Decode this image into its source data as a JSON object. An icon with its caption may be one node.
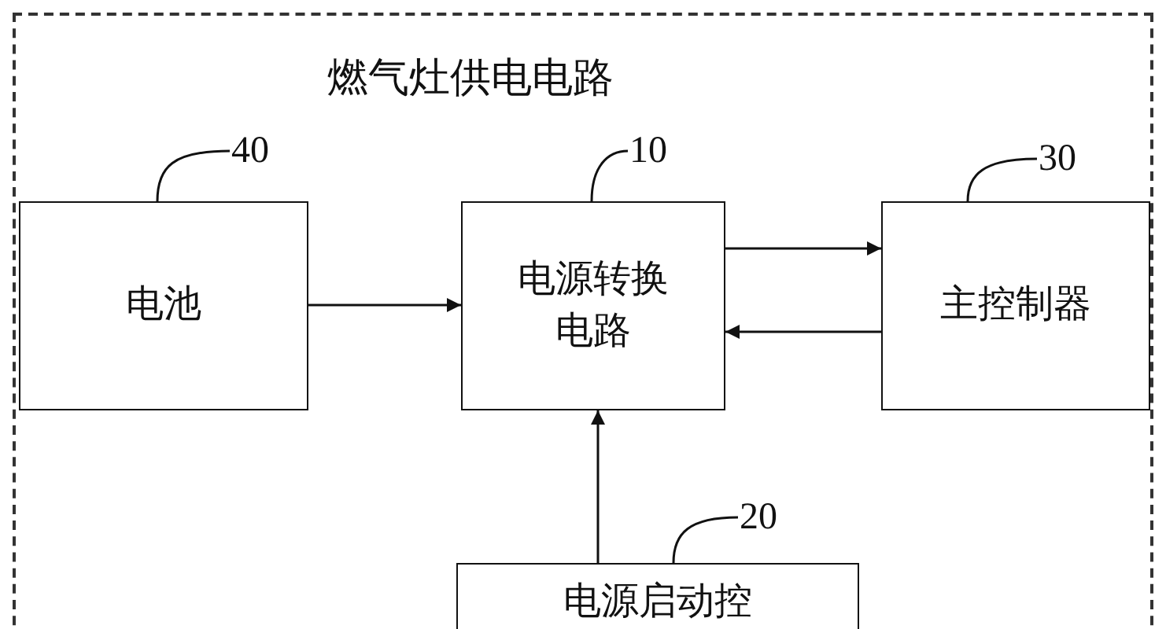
{
  "diagram": {
    "nodes": [
      {
        "text": [
          "燃气灶供电电路"
        ]
      },
      {
        "text": [
          "电池"
        ],
        "in": 0
      },
      {
        "text": [
          "电源转换电路"
        ],
        "in": 0
      },
      {
        "text": [
          "主控制器"
        ],
        "in": 0
      },
      {
        "text": [
          "电源启动控"
        ],
        "in": 0
      },
      {
        "text": [
          "40"
        ],
        "in": 0
      },
      {
        "text": [
          "10"
        ],
        "in": 0
      },
      {
        "text": [
          "30"
        ],
        "in": 0
      },
      {
        "text": [
          "20"
        ],
        "in": 0
      }
    ],
    "edges": [
      {
        "from": 1,
        "to": 2,
        "arrow": "to"
      },
      {
        "from": 2,
        "to": 3,
        "arrow": "to"
      },
      {
        "from": 3,
        "to": 2,
        "arrow": "to"
      },
      {
        "from": 4,
        "to": 2,
        "arrow": "to"
      },
      {
        "from": 5,
        "to": 1,
        "arrow": "none"
      },
      {
        "from": 6,
        "to": 2,
        "arrow": "none"
      },
      {
        "from": 7,
        "to": 3,
        "arrow": "none"
      },
      {
        "from": 8,
        "to": 4,
        "arrow": "none"
      }
    ]
  }
}
